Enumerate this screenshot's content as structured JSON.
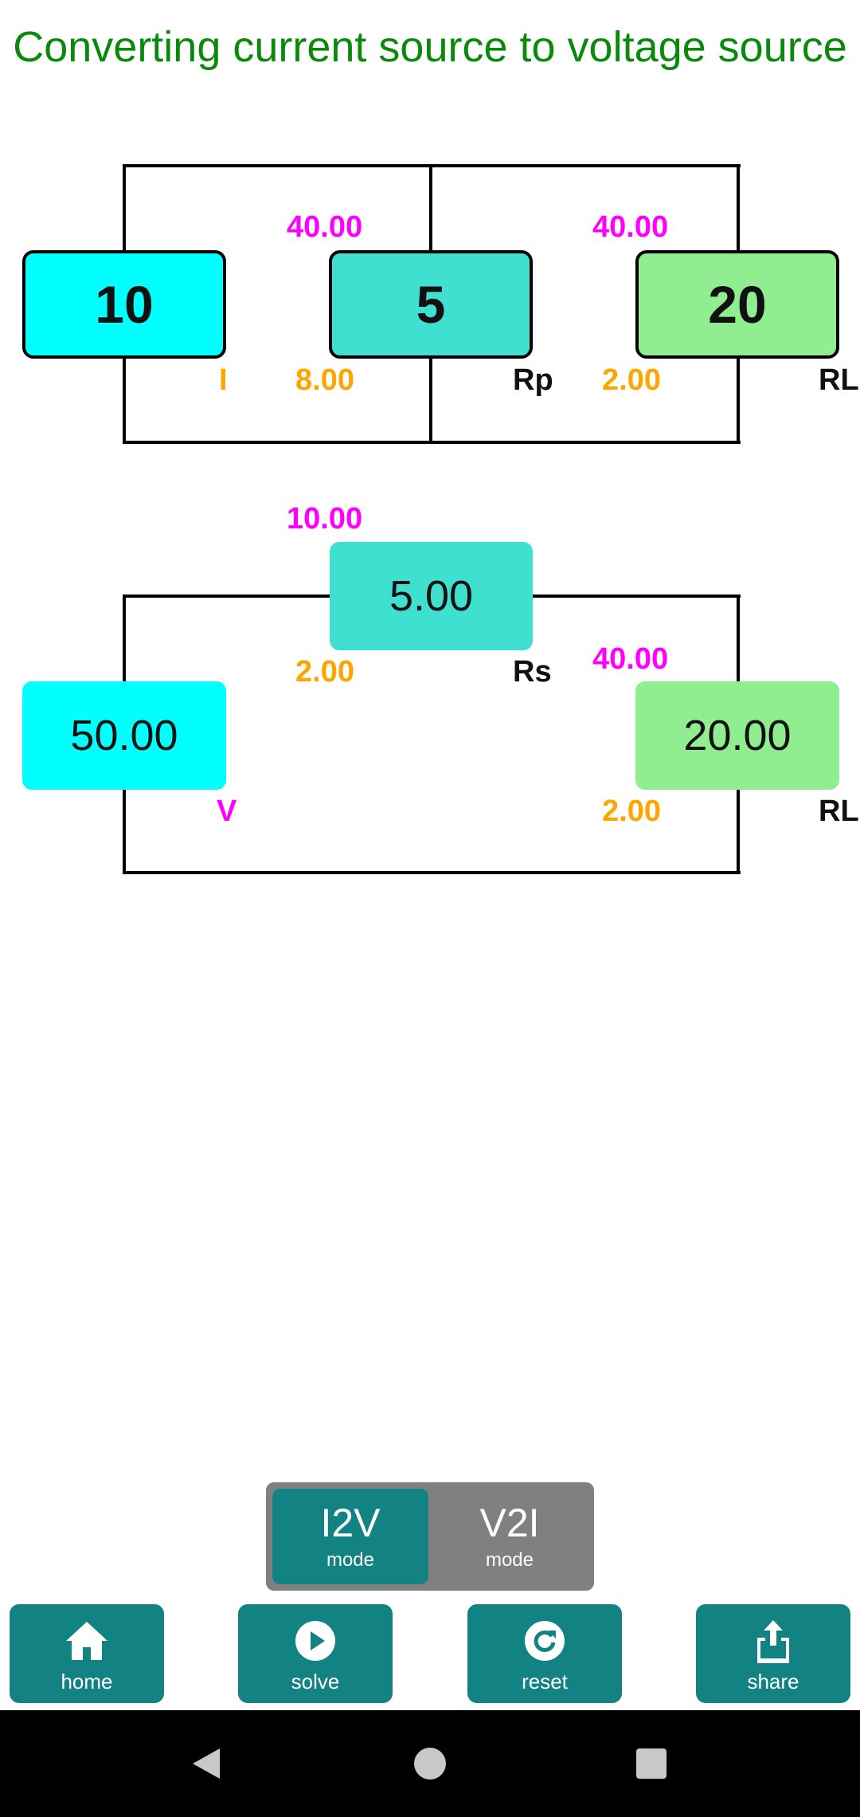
{
  "header": {
    "title": "Converting current source to voltage source"
  },
  "current_circuit": {
    "source_value": "10",
    "source_label": "I",
    "rp_value": "5",
    "rp_label": "Rp",
    "rp_voltage": "40.00",
    "rp_current": "8.00",
    "rl_value": "20",
    "rl_label": "RL",
    "rl_voltage": "40.00",
    "rl_current": "2.00"
  },
  "voltage_circuit": {
    "source_value": "50.00",
    "source_label": "V",
    "rs_value": "5.00",
    "rs_label": "Rs",
    "rs_voltage": "10.00",
    "rs_current": "2.00",
    "rl_value": "20.00",
    "rl_label": "RL",
    "rl_voltage": "40.00",
    "rl_current": "2.00"
  },
  "mode_toggle": {
    "options": [
      {
        "label": "I2V",
        "sub": "mode",
        "selected": true
      },
      {
        "label": "V2I",
        "sub": "mode",
        "selected": false
      }
    ]
  },
  "toolbar": {
    "home": "home",
    "solve": "solve",
    "reset": "reset",
    "share": "share"
  },
  "colors": {
    "title": "#0a8a0a",
    "source_fill": "#00ffff",
    "rp_fill": "#40e0d0",
    "rl_fill": "#90ee90",
    "voltage_label": "#ff00ff",
    "current_label": "#ffa500",
    "button_bg": "#128282",
    "toggle_bg": "#808080"
  },
  "icons": [
    "home-icon",
    "play-icon",
    "refresh-icon",
    "share-icon",
    "back-triangle-icon",
    "home-circle-icon",
    "recents-square-icon"
  ]
}
